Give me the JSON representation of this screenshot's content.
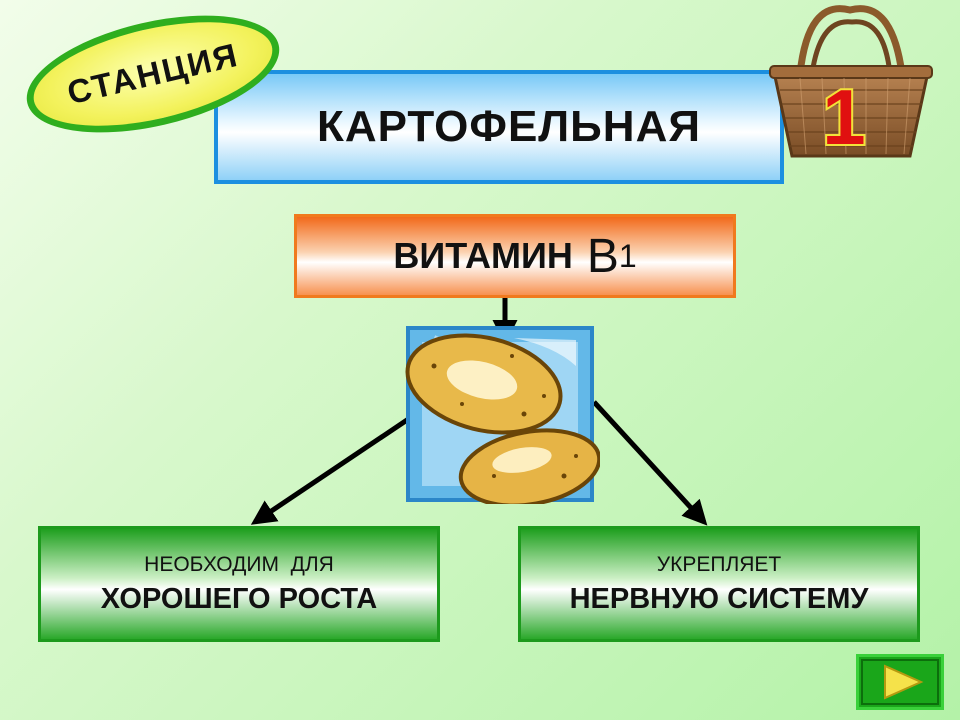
{
  "slide": {
    "station_label": "СТАНЦИЯ",
    "title": "КАРТОФЕЛЬНАЯ",
    "station_number": "1",
    "vitamin": {
      "prefix": "ВИТАМИН",
      "symbol": "В",
      "subscript": "1"
    },
    "left_box": {
      "line1": "НЕОБХОДИМ  ДЛЯ",
      "line2": "ХОРОШЕГО РОСТА"
    },
    "right_box": {
      "line1": "УКРЕПЛЯЕТ",
      "line2": "НЕРВНУЮ СИСТЕМУ"
    }
  },
  "icons": {
    "basket": "basket-icon",
    "potato": "potato-icon",
    "next": "next-arrow-icon"
  },
  "colors": {
    "title_border": "#1c8fe0",
    "vitamin_border": "#f07a1e",
    "green_box": "#1d9a1d",
    "badge_fill": "#f3f25c",
    "badge_border": "#2fae1e",
    "number_red": "#e01010",
    "number_outline": "#f2e23a"
  }
}
